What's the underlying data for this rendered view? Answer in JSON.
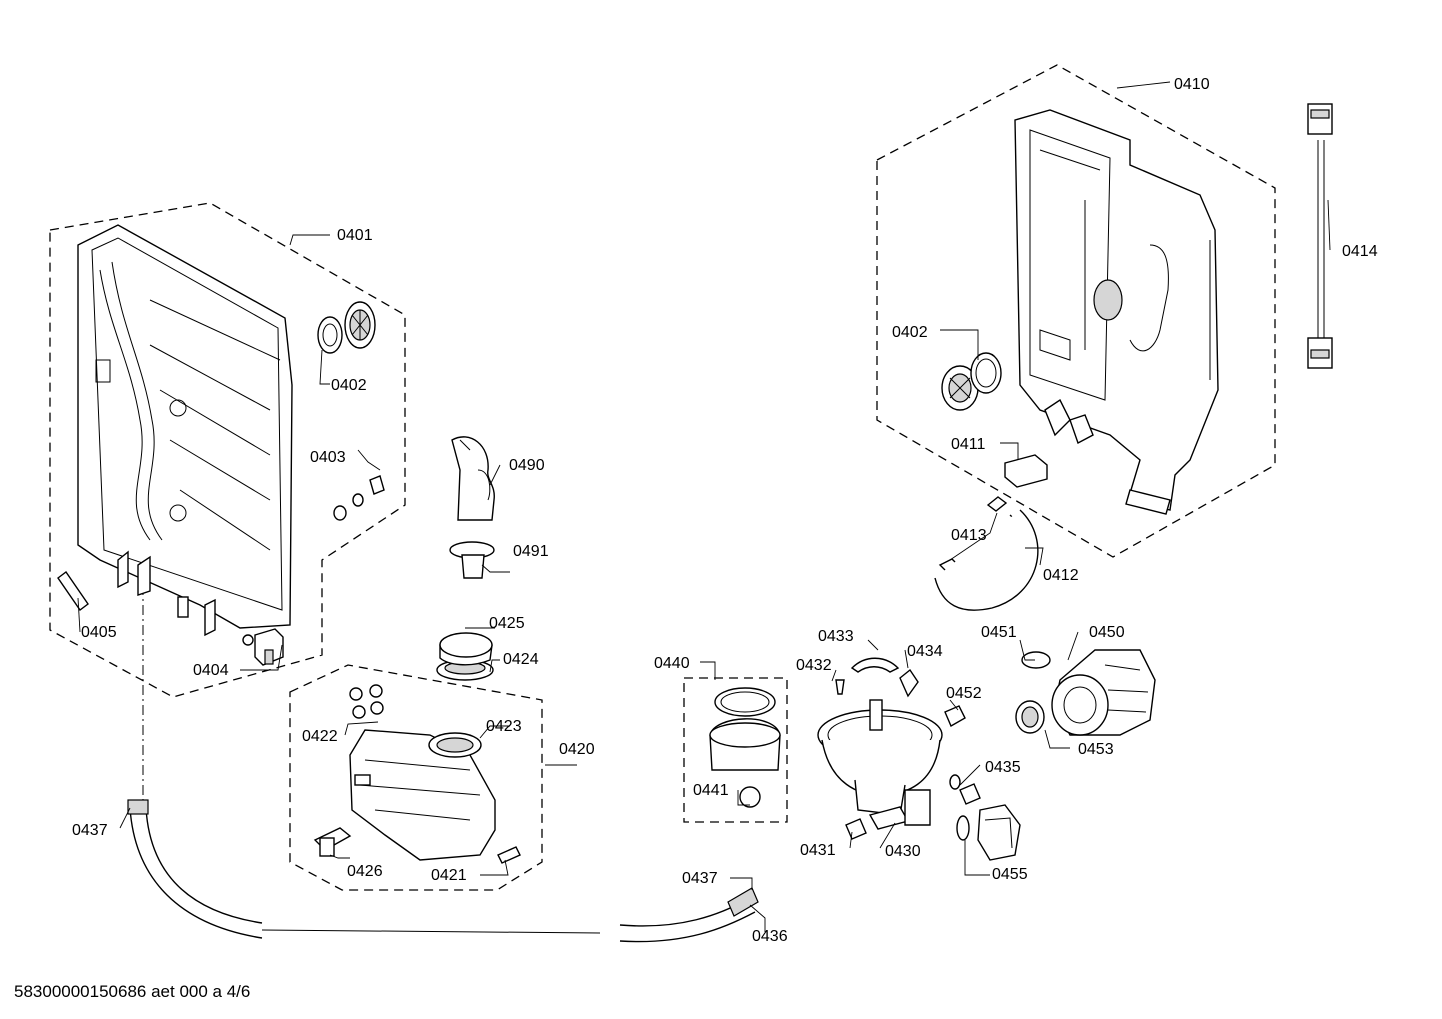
{
  "labels": {
    "p0401": "0401",
    "p0402_left": "0402",
    "p0402_right": "0402",
    "p0403": "0403",
    "p0404": "0404",
    "p0405": "0405",
    "p0410": "0410",
    "p0411": "0411",
    "p0412": "0412",
    "p0413": "0413",
    "p0414": "0414",
    "p0420": "0420",
    "p0421": "0421",
    "p0422": "0422",
    "p0423": "0423",
    "p0424": "0424",
    "p0425": "0425",
    "p0426": "0426",
    "p0430": "0430",
    "p0431": "0431",
    "p0432": "0432",
    "p0433": "0433",
    "p0434": "0434",
    "p0435": "0435",
    "p0436": "0436",
    "p0437_left": "0437",
    "p0437_right": "0437",
    "p0440": "0440",
    "p0441": "0441",
    "p0450": "0450",
    "p0451": "0451",
    "p0452": "0452",
    "p0453": "0453",
    "p0455": "0455",
    "p0490": "0490",
    "p0491": "0491"
  },
  "footer": "58300000150686 aet 000 a 4/6"
}
